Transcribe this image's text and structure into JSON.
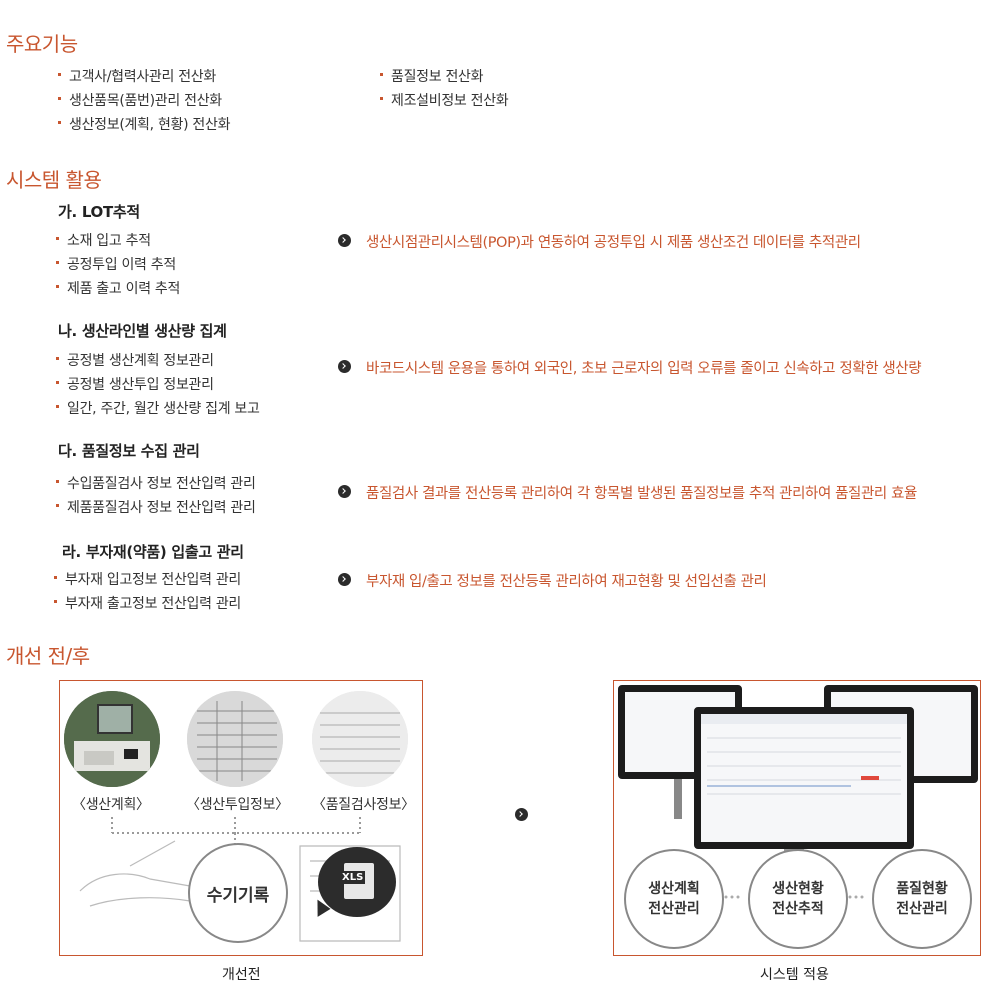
{
  "main_features": {
    "title": "주요기능",
    "left_items": [
      "고객사/협력사관리 전산화",
      "생산품목(품번)관리 전산화",
      "생산정보(계획, 현황) 전산화"
    ],
    "right_items": [
      "품질정보 전산화",
      "제조설비정보 전산화"
    ]
  },
  "system_use": {
    "title": "시스템 활용",
    "sections": [
      {
        "heading": "가. LOT추적",
        "items": [
          "소재 입고 추적",
          "공정투입 이력 추적",
          "제품 출고 이력 추적"
        ],
        "desc": "생산시점관리시스템(POP)과 연동하여 공정투입 시 제품 생산조건 데이터를 추적관리"
      },
      {
        "heading": "나. 생산라인별 생산량 집계",
        "items": [
          "공정별 생산계획 정보관리",
          "공정별 생산투입 정보관리",
          "일간, 주간, 월간 생산량 집계 보고"
        ],
        "desc": "바코드시스템 운용을 통하여 외국인, 초보 근로자의 입력 오류를 줄이고 신속하고 정확한 생산량"
      },
      {
        "heading": "다. 품질정보 수집 관리",
        "items": [
          "수입품질검사 정보 전산입력 관리",
          "제품품질검사 정보 전산입력 관리"
        ],
        "desc": "품질검사 결과를 전산등록 관리하여 각 항목별 발생된 품질정보를 추적 관리하여 품질관리 효율"
      },
      {
        "heading": "라. 부자재(약품) 입출고 관리",
        "items": [
          "부자재 입고정보 전산입력 관리",
          "부자재 출고정보 전산입력 관리"
        ],
        "desc": "부자재 입/출고 정보를 전산등록 관리하여 재고현황 및 선입선출 관리"
      }
    ]
  },
  "improvement": {
    "title": "개선 전/후",
    "before": {
      "captions": [
        "〈생산계획〉",
        "〈생산투입정보〉",
        "〈품질검사정보〉"
      ],
      "manual": "수기기록",
      "xls": "XLS",
      "label": "개선전"
    },
    "after": {
      "circles": [
        [
          "생산계획",
          "전산관리"
        ],
        [
          "생산현황",
          "전산추적"
        ],
        [
          "품질현황",
          "전산관리"
        ]
      ],
      "label": "시스템 적용"
    }
  },
  "colors": {
    "accent": "#c8562f",
    "dark": "#2b2b2b"
  }
}
